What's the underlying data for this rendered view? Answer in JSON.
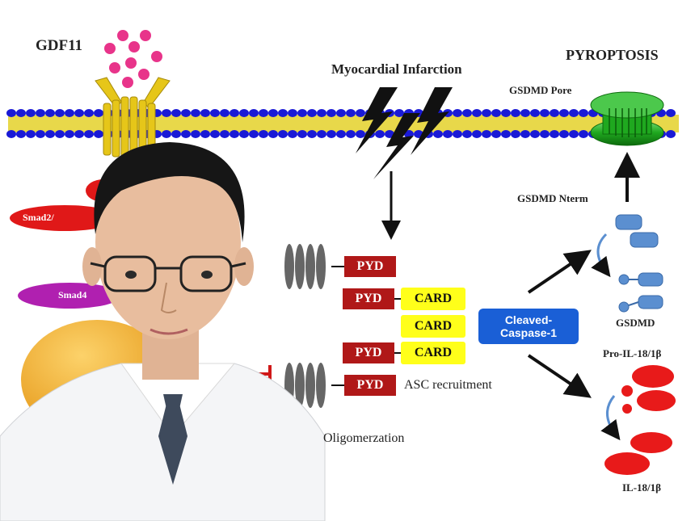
{
  "labels": {
    "gdf11": "GDF11",
    "myocardial_infarction": "Myocardial Infarction",
    "pyroptosis": "PYROPTOSIS",
    "gsdmd_pore": "GSDMD Pore",
    "gsdmd_nterm": "GSDMD Nterm",
    "gsdmd": "GSDMD",
    "pro_il": "Pro-IL-18/1β",
    "il": "IL-18/1β",
    "smad23": "Smad2/",
    "smad4": "Smad4",
    "asc_recruitment": "ASC recruitment",
    "oligomerization": "Oligomerzation"
  },
  "boxes": {
    "pyd": "PYD",
    "card": "CARD",
    "cleaved_caspase_line1": "Cleaved-",
    "cleaved_caspase_line2": "Caspase-1"
  },
  "colors": {
    "membrane_head": "#1a1ad6",
    "membrane_tail": "#e8d84a",
    "receptor": "#e6c619",
    "ligand": "#e8348a",
    "pyd": "#b01818",
    "card": "#ffff1a",
    "caspase": "#1a5fd6",
    "gsdmd": "#5b8fd0",
    "il_red": "#e81a1a",
    "pore_green": "#22b522",
    "smad23": "#e01818",
    "smad4": "#b020b0",
    "nucleus": "#f0a818"
  },
  "icons": [
    "lightning-bolt-icon",
    "arrow-icon",
    "inhibition-icon",
    "dna-icon"
  ]
}
